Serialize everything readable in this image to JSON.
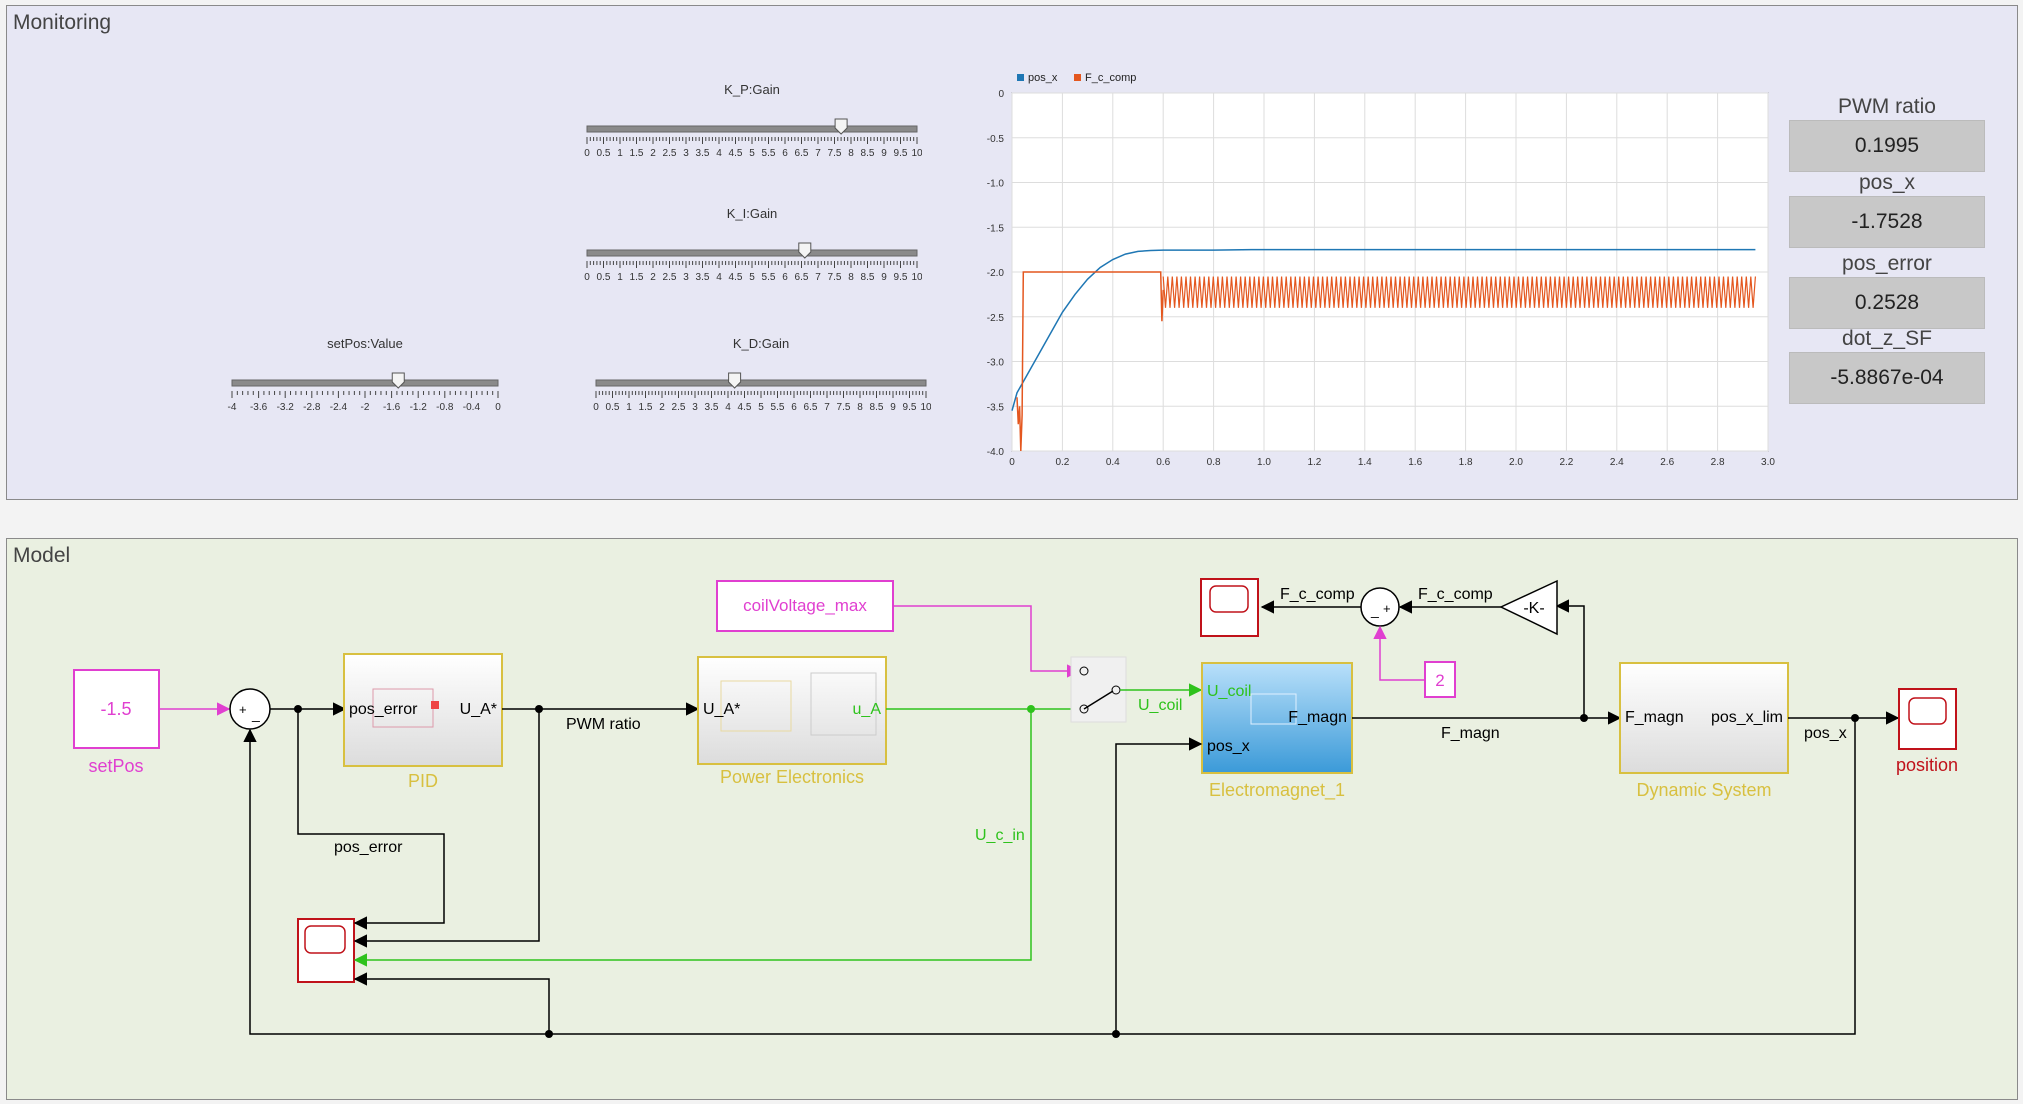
{
  "monitoring": {
    "title": "Monitoring",
    "sliders": [
      {
        "id": "kp",
        "label": "K_P:Gain",
        "ticks": [
          "0",
          "0.5",
          "1",
          "1.5",
          "2",
          "2.5",
          "3",
          "3.5",
          "4",
          "4.5",
          "5",
          "5.5",
          "6",
          "6.5",
          "7",
          "7.5",
          "8",
          "8.5",
          "9",
          "9.5",
          "10"
        ],
        "min": 0,
        "max": 10,
        "value": 7.7
      },
      {
        "id": "ki",
        "label": "K_I:Gain",
        "ticks": [
          "0",
          "0.5",
          "1",
          "1.5",
          "2",
          "2.5",
          "3",
          "3.5",
          "4",
          "4.5",
          "5",
          "5.5",
          "6",
          "6.5",
          "7",
          "7.5",
          "8",
          "8.5",
          "9",
          "9.5",
          "10"
        ],
        "min": 0,
        "max": 10,
        "value": 6.6
      },
      {
        "id": "kd",
        "label": "K_D:Gain",
        "ticks": [
          "0",
          "0.5",
          "1",
          "1.5",
          "2",
          "2.5",
          "3",
          "3.5",
          "4",
          "4.5",
          "5",
          "5.5",
          "6",
          "6.5",
          "7",
          "7.5",
          "8",
          "8.5",
          "9",
          "9.5",
          "10"
        ],
        "min": 0,
        "max": 10,
        "value": 4.2
      },
      {
        "id": "setpos",
        "label": "setPos:Value",
        "ticks": [
          "-4",
          "-3.6",
          "-3.2",
          "-2.8",
          "-2.4",
          "-2",
          "-1.6",
          "-1.2",
          "-0.8",
          "-0.4",
          "0"
        ],
        "min": -4,
        "max": 0,
        "value": -1.5
      }
    ],
    "displays": [
      {
        "label": "PWM ratio",
        "value": "0.1995"
      },
      {
        "label": "pos_x",
        "value": "-1.7528"
      },
      {
        "label": "pos_error",
        "value": "0.2528"
      },
      {
        "label": "dot_z_SF",
        "value": "-5.8867e-04"
      }
    ]
  },
  "chart_data": {
    "type": "line",
    "title": "",
    "xlabel": "",
    "ylabel": "",
    "xlim": [
      0,
      3.0
    ],
    "ylim": [
      -4.0,
      0
    ],
    "xticks": [
      "0",
      "0.2",
      "0.4",
      "0.6",
      "0.8",
      "1.0",
      "1.2",
      "1.4",
      "1.6",
      "1.8",
      "2.0",
      "2.2",
      "2.4",
      "2.6",
      "2.8",
      "3.0"
    ],
    "yticks": [
      "0",
      "-0.5",
      "-1.0",
      "-1.5",
      "-2.0",
      "-2.5",
      "-3.0",
      "-3.5",
      "-4.0"
    ],
    "grid": true,
    "legend_position": "top-left",
    "series": [
      {
        "name": "pos_x",
        "color": "#1f77b4",
        "x": [
          0,
          0.02,
          0.05,
          0.1,
          0.15,
          0.2,
          0.25,
          0.3,
          0.35,
          0.4,
          0.45,
          0.5,
          0.55,
          0.6,
          0.7,
          0.8,
          0.95,
          1.0,
          1.5,
          2.0,
          2.5,
          2.95
        ],
        "y": [
          -3.55,
          -3.35,
          -3.2,
          -2.95,
          -2.7,
          -2.45,
          -2.25,
          -2.08,
          -1.95,
          -1.86,
          -1.8,
          -1.77,
          -1.76,
          -1.755,
          -1.755,
          -1.755,
          -1.75,
          -1.75,
          -1.75,
          -1.75,
          -1.75,
          -1.75
        ]
      },
      {
        "name": "F_c_comp",
        "color": "#e4571f",
        "x": [
          0.02,
          0.025,
          0.03,
          0.035,
          0.04,
          0.045,
          0.05,
          0.3,
          0.59,
          0.595,
          0.6
        ],
        "y": [
          -3.4,
          -3.7,
          -3.5,
          -4.0,
          -3.6,
          -2.0,
          -2.0,
          -2.0,
          -2.0,
          -2.55,
          -2.2
        ],
        "band": {
          "x_start": 0.6,
          "x_end": 2.95,
          "y_high": -2.05,
          "y_low": -2.4
        }
      }
    ]
  },
  "model": {
    "title": "Model",
    "blocks": {
      "setpos_value": "-1.5",
      "setpos_label": "setPos",
      "pid_label": "PID",
      "pid_in": "pos_error",
      "pid_out": "U_A*",
      "pe_label": "Power Electronics",
      "pe_in": "U_A*",
      "pe_out": "u_A",
      "coil_max": "coilVoltage_max",
      "em_label": "Electromagnet_1",
      "em_in1": "U_coil",
      "em_in2": "pos_x",
      "em_out": "F_magn",
      "ds_label": "Dynamic System",
      "ds_in": "F_magn",
      "ds_out": "pos_x_lim",
      "const2": "2",
      "gain": "-K-",
      "position_label": "position"
    },
    "signals": {
      "pwm_ratio": "PWM ratio",
      "pos_error": "pos_error",
      "u_c_in": "U_c_in",
      "u_coil": "U_coil",
      "f_magn": "F_magn",
      "pos_x": "pos_x",
      "f_c_comp1": "F_c_comp",
      "f_c_comp2": "F_c_comp"
    },
    "colors": {
      "magenta": "#e03fd0",
      "green": "#2ec21c",
      "red": "#c0121a",
      "gold": "#d8c040",
      "blue": "#4aa3e0"
    }
  }
}
